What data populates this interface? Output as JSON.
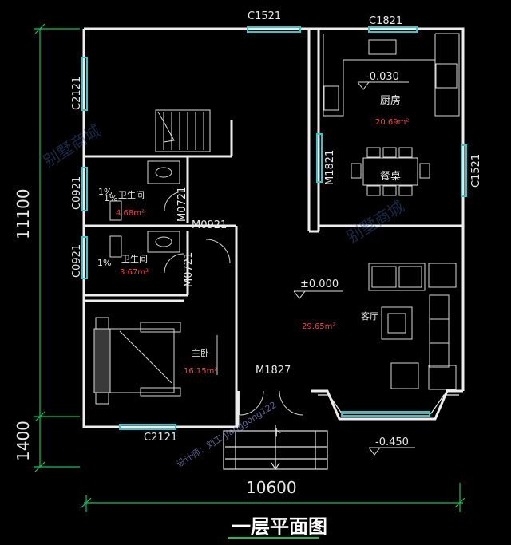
{
  "plan": {
    "title": "一层平面图",
    "total_width_dim": "10600",
    "total_depth_dim": "11100",
    "porch_depth_dim": "1400",
    "elevations": {
      "kitchen": "-0.030",
      "living": "±0.000",
      "porch": "-0.450"
    },
    "stair_arrow": "下",
    "windows": {
      "top_left": "C1521",
      "top_right": "C1821",
      "left_upper": "C2121",
      "right_kitchen": "C1521",
      "bath1": "C0921",
      "bath2": "C0921",
      "bottom_bedroom": "C2121"
    },
    "doors": {
      "kitchen": "M1821",
      "bath1": "M0721",
      "bath2": "M0721",
      "hall": "M0921",
      "entry": "M1827"
    },
    "rooms": [
      {
        "name": "厨房",
        "area": "20.69m²"
      },
      {
        "name": "餐桌",
        "area": ""
      },
      {
        "name": "卫生间",
        "area": "4.68m²"
      },
      {
        "name": "卫生间",
        "area": "3.67m²"
      },
      {
        "name": "主卧",
        "area": "16.15m²"
      },
      {
        "name": "客厅",
        "area": "29.65m²"
      }
    ],
    "slope_marks": [
      "1%",
      "1%",
      "1%"
    ],
    "watermarks": [
      "别墅商城",
      "设计师：刘工 jianggong122"
    ]
  }
}
